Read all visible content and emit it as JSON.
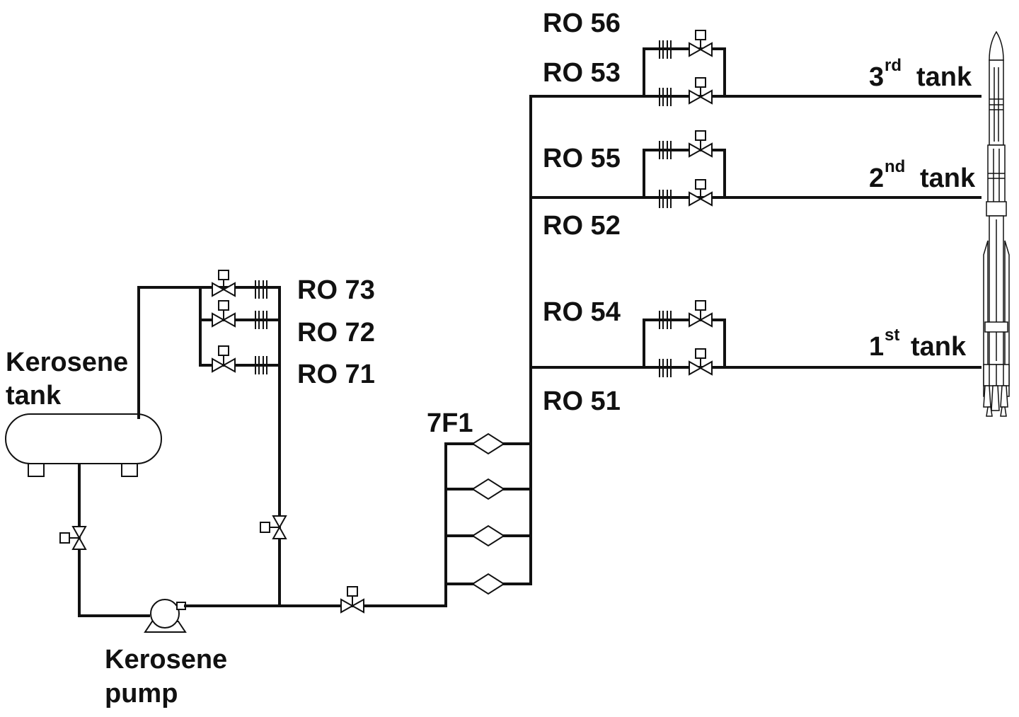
{
  "labels": {
    "ro56": "RO 56",
    "ro53": "RO 53",
    "ro55": "RO 55",
    "ro52": "RO 52",
    "ro54": "RO 54",
    "ro51": "RO 51",
    "ro73": "RO 73",
    "ro72": "RO 72",
    "ro71": "RO 71",
    "filter": "7F1",
    "kerosene_tank_1": "Kerosene",
    "kerosene_tank_2": "tank",
    "kerosene_pump_1": "Kerosene",
    "kerosene_pump_2": "pump"
  },
  "tanks": {
    "third": {
      "num": "3",
      "sup": "rd",
      "word": "tank"
    },
    "second": {
      "num": "2",
      "sup": "nd",
      "word": "tank"
    },
    "first": {
      "num": "1",
      "sup": "st",
      "word": "tank"
    }
  },
  "colors": {
    "line": "#111111",
    "background": "#ffffff"
  }
}
